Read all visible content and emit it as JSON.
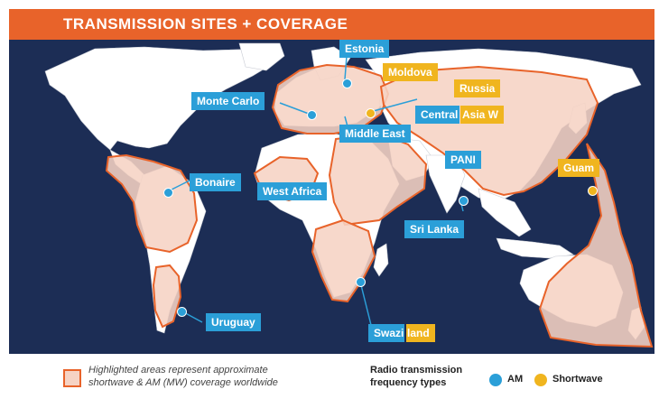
{
  "title": "TRANSMISSION SITES + COVERAGE",
  "colors": {
    "ocean": "#1c2d55",
    "land": "#ffffff",
    "coverage_fill": "#f6d3c4",
    "coverage_outline": "#e8632a",
    "am": "#2b9fd8",
    "shortwave": "#f0b51f",
    "title_bar": "#e8632a"
  },
  "sites": [
    {
      "id": "estonia",
      "name": "Estonia",
      "type": "AM"
    },
    {
      "id": "moldova",
      "name": "Moldova",
      "type": "Shortwave"
    },
    {
      "id": "monte-carlo",
      "name": "Monte Carlo",
      "type": "AM"
    },
    {
      "id": "russia",
      "name": "Russia",
      "type": "Shortwave"
    },
    {
      "id": "central-asia-w",
      "name_am": "Central",
      "name_sw": "Asia W",
      "type": "AM+Shortwave"
    },
    {
      "id": "middle-east",
      "name": "Middle East",
      "type": "AM"
    },
    {
      "id": "pani",
      "name": "PANI",
      "type": "AM"
    },
    {
      "id": "guam",
      "name": "Guam",
      "type": "Shortwave"
    },
    {
      "id": "bonaire",
      "name": "Bonaire",
      "type": "AM"
    },
    {
      "id": "west-africa",
      "name": "West Africa",
      "type": "AM"
    },
    {
      "id": "sri-lanka",
      "name": "Sri Lanka",
      "type": "AM"
    },
    {
      "id": "uruguay",
      "name": "Uruguay",
      "type": "AM"
    },
    {
      "id": "swaziland",
      "name_am": "Swazi",
      "name_sw": "land",
      "type": "AM+Shortwave"
    }
  ],
  "legend": {
    "coverage_note": "Highlighted areas represent approximate shortwave & AM (MW) coverage worldwide",
    "freq_title": "Radio transmission frequency types",
    "am_label": "AM",
    "sw_label": "Shortwave"
  }
}
